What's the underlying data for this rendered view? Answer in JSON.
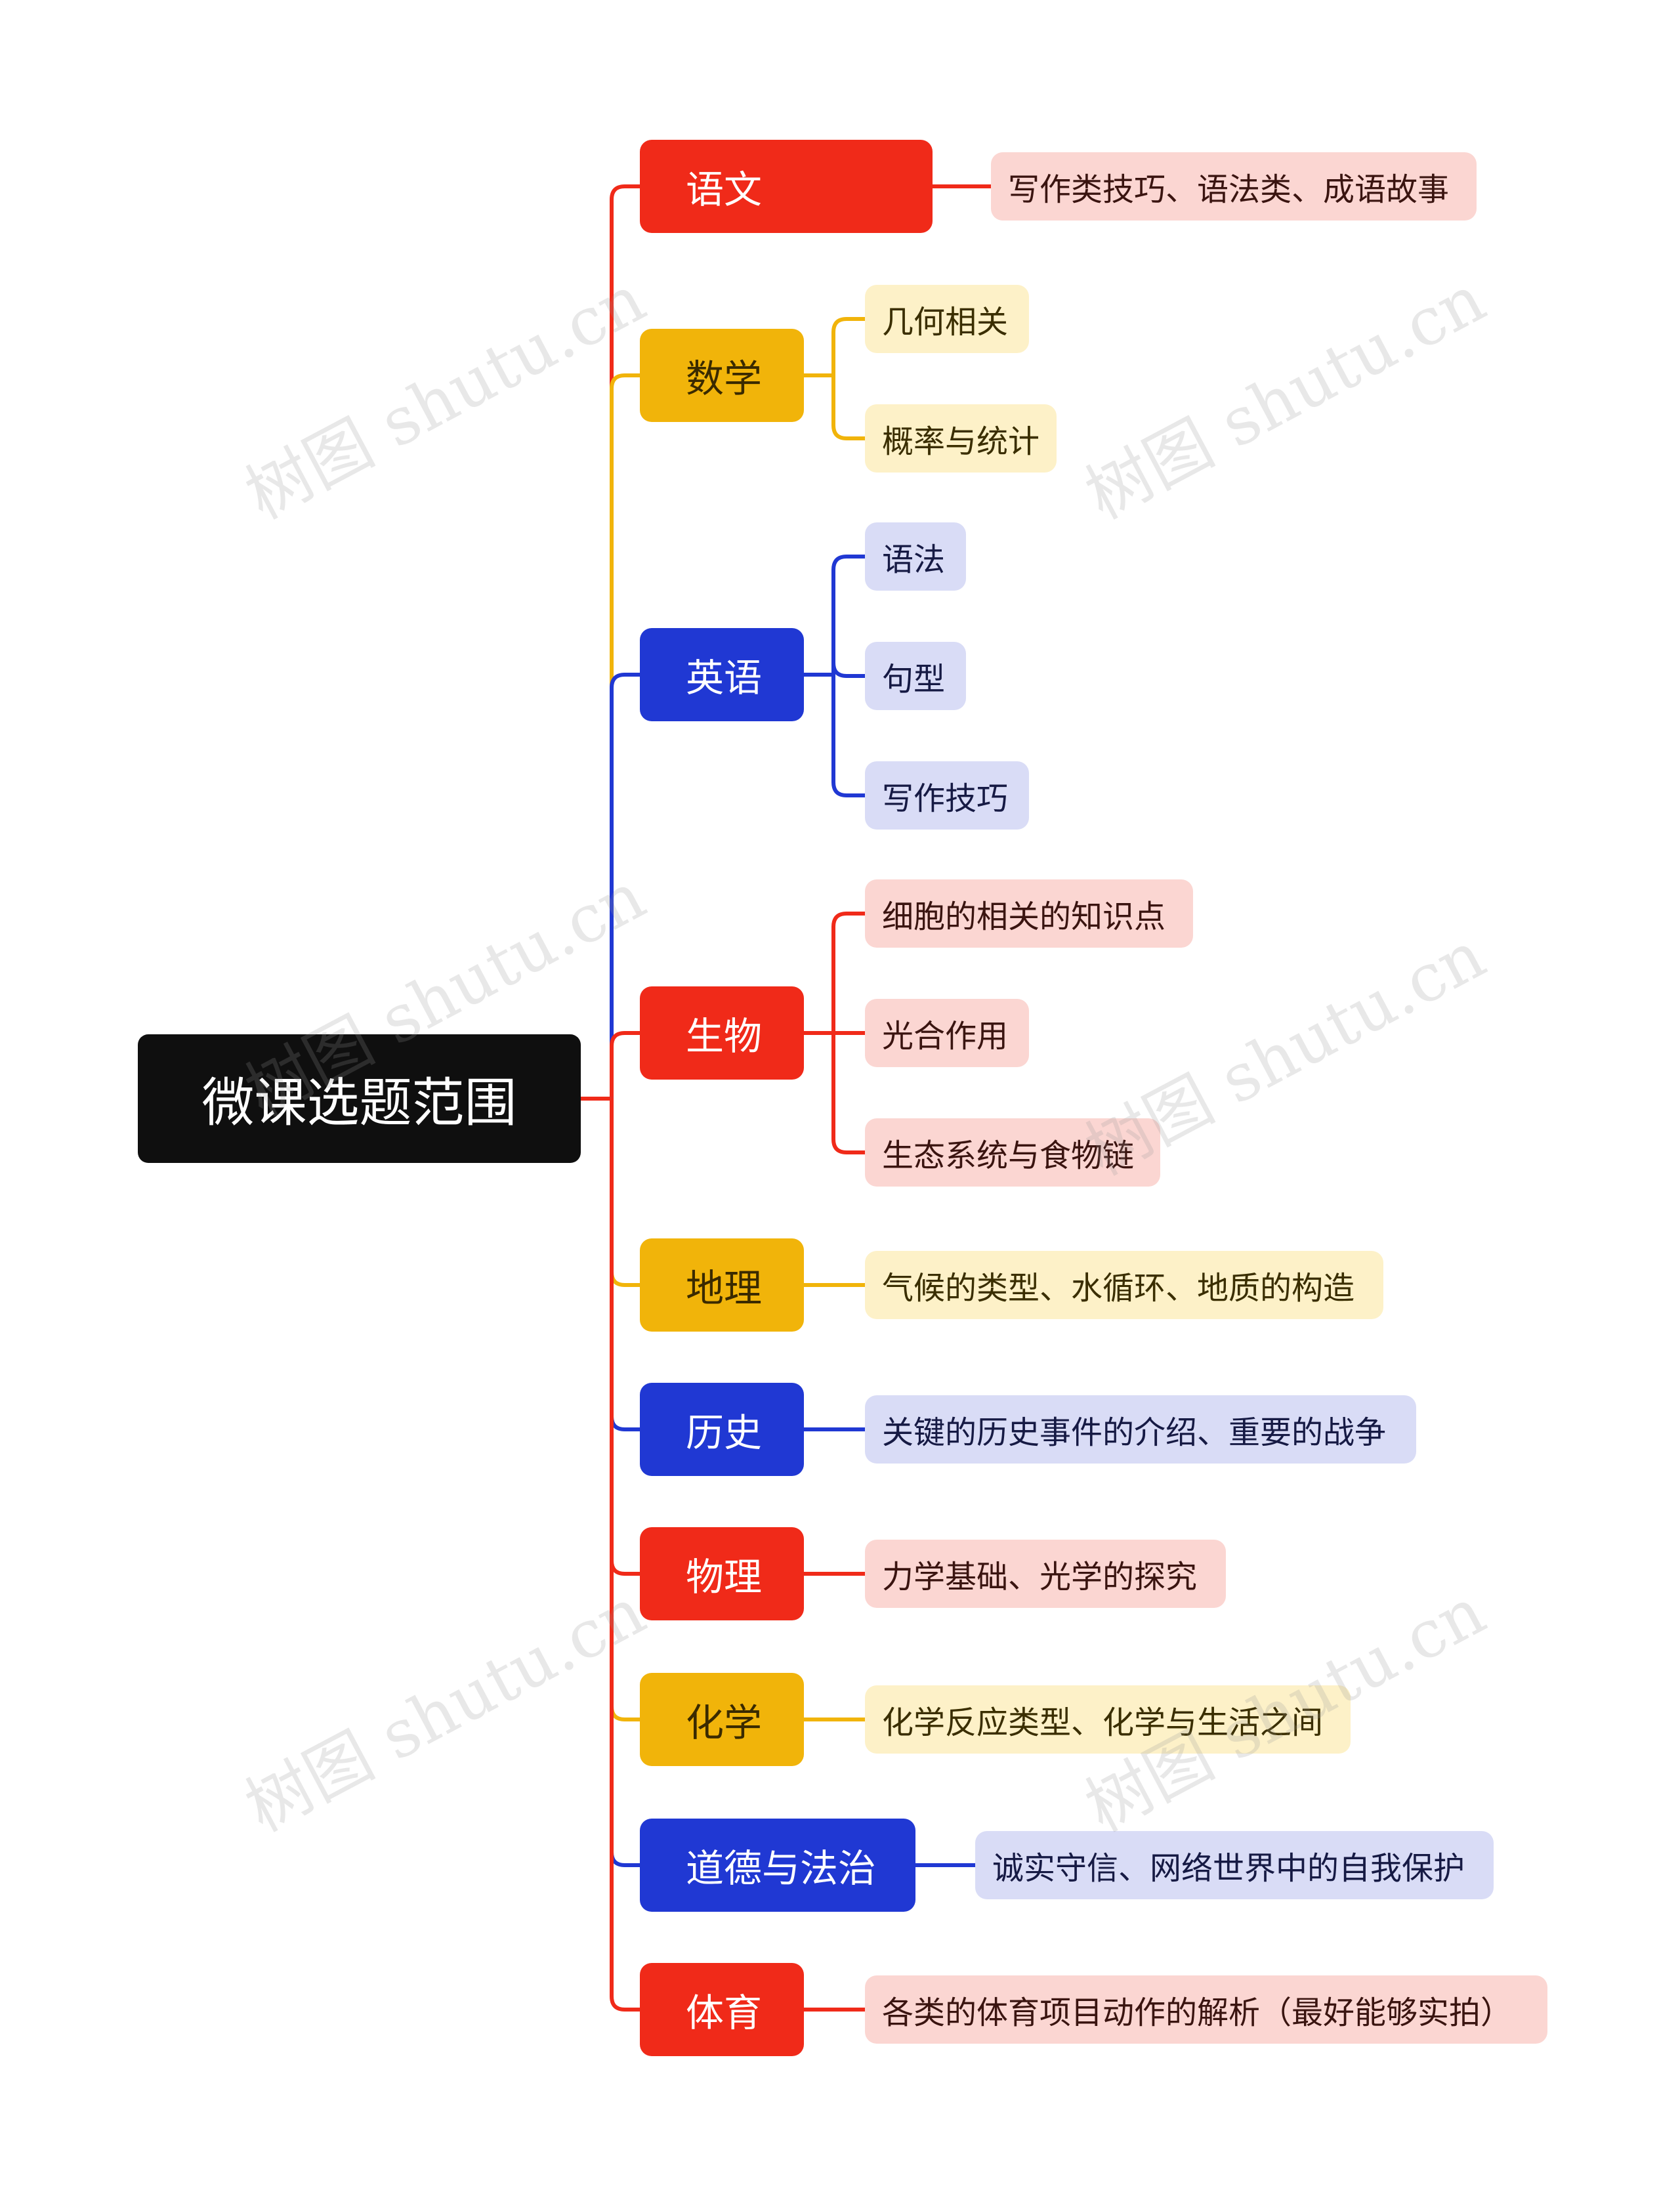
{
  "root": {
    "label": "微课选题范围"
  },
  "colors": {
    "red": "#f02a19",
    "yellow": "#f1b40a",
    "blue": "#2038d3",
    "red_light": "#fbd6d2",
    "yellow_light": "#fdf1c8",
    "blue_light": "#d9dcf6",
    "root_bg": "#0f0f0f"
  },
  "branches": [
    {
      "label": "语文",
      "color": "red",
      "children": [
        "写作类技巧、语法类、成语故事"
      ]
    },
    {
      "label": "数学",
      "color": "yellow",
      "children": [
        "几何相关",
        "概率与统计"
      ]
    },
    {
      "label": "英语",
      "color": "blue",
      "children": [
        "语法",
        "句型",
        "写作技巧"
      ]
    },
    {
      "label": "生物",
      "color": "red",
      "children": [
        "细胞的相关的知识点",
        "光合作用",
        "生态系统与食物链"
      ]
    },
    {
      "label": "地理",
      "color": "yellow",
      "children": [
        "气候的类型、水循环、地质的构造"
      ]
    },
    {
      "label": "历史",
      "color": "blue",
      "children": [
        "关键的历史事件的介绍、重要的战争"
      ]
    },
    {
      "label": "物理",
      "color": "red",
      "children": [
        "力学基础、光学的探究"
      ]
    },
    {
      "label": "化学",
      "color": "yellow",
      "children": [
        "化学反应类型、化学与生活之间"
      ]
    },
    {
      "label": "道德与法治",
      "color": "blue",
      "children": [
        "诚实守信、网络世界中的自我保护"
      ]
    },
    {
      "label": "体育",
      "color": "red",
      "children": [
        "各类的体育项目动作的解析（最好能够实拍）"
      ]
    }
  ],
  "watermark": {
    "text": "树图 shutu.cn"
  }
}
